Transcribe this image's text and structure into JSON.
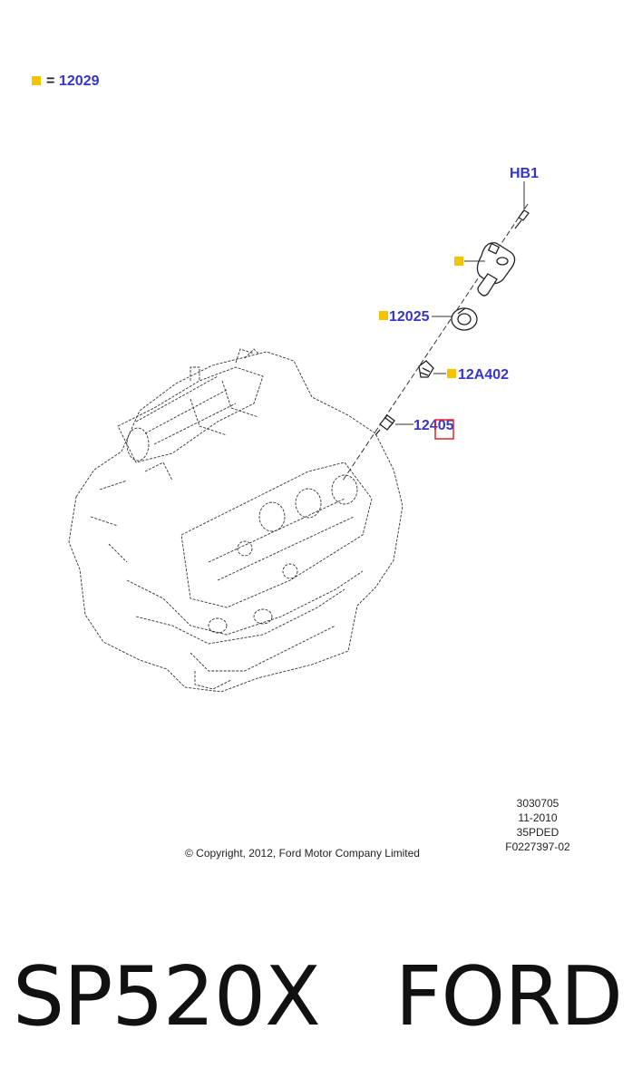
{
  "legend": {
    "marker_color": "#f5c400",
    "equals": "=",
    "part": "12029"
  },
  "callouts": {
    "hb1": "HB1",
    "p12025": "12025",
    "p12a402": "12A402",
    "p12405": "12405"
  },
  "colors": {
    "callout": "#3535c8",
    "marker": "#f5c400",
    "highlight": "#e0242c"
  },
  "footer": {
    "codes": [
      "3030705",
      "11-2010",
      "35PDED",
      "F0227397-02"
    ],
    "copyright": "© Copyright, 2012, Ford Motor Company Limited"
  },
  "caption": "SP520X   FORD"
}
